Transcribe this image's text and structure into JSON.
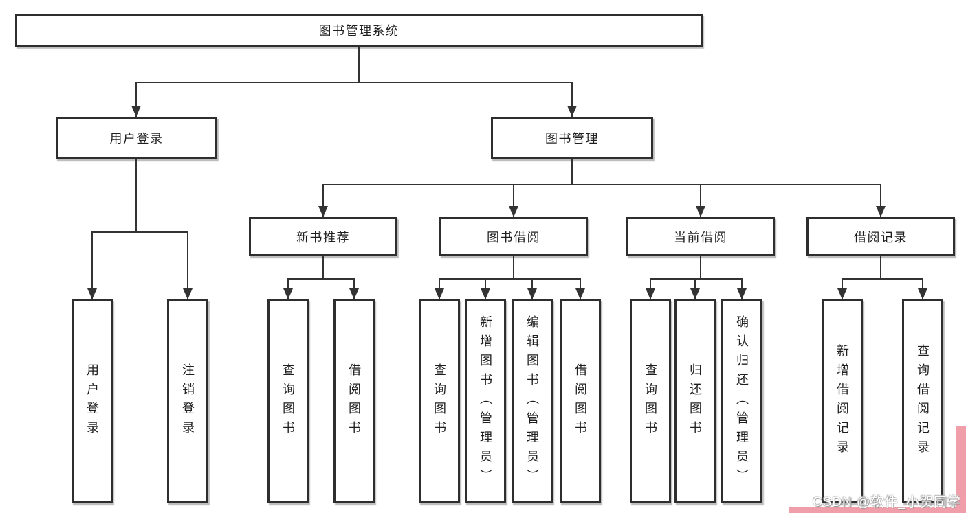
{
  "diagram": {
    "root": {
      "label": "图书管理系统"
    },
    "level2": [
      {
        "label": "用户登录"
      },
      {
        "label": "图书管理"
      }
    ],
    "level3": [
      {
        "label": "新书推荐"
      },
      {
        "label": "图书借阅"
      },
      {
        "label": "当前借阅"
      },
      {
        "label": "借阅记录"
      }
    ],
    "leaves": {
      "user_login": [
        {
          "label": "用户登录"
        },
        {
          "label": "注销登录"
        }
      ],
      "new_book": [
        {
          "label": "查询图书"
        },
        {
          "label": "借阅图书"
        }
      ],
      "book_borrow": [
        {
          "label": "查询图书"
        },
        {
          "label": "新增图书（管理员）"
        },
        {
          "label": "编辑图书（管理员）"
        },
        {
          "label": "借阅图书"
        }
      ],
      "current_borrow": [
        {
          "label": "查询图书"
        },
        {
          "label": "归还图书"
        },
        {
          "label": "确认归还（管理员）"
        }
      ],
      "borrow_record": [
        {
          "label": "新增借阅记录"
        },
        {
          "label": "查询借阅记录"
        }
      ]
    }
  },
  "watermark": {
    "text": "CSDN @软件_小贺同学"
  },
  "colors": {
    "line": "#333333",
    "box_border": "#2e2e2e",
    "text": "#1f1f1f",
    "watermark_pink": "#f09ea9",
    "background": "#ffffff"
  }
}
